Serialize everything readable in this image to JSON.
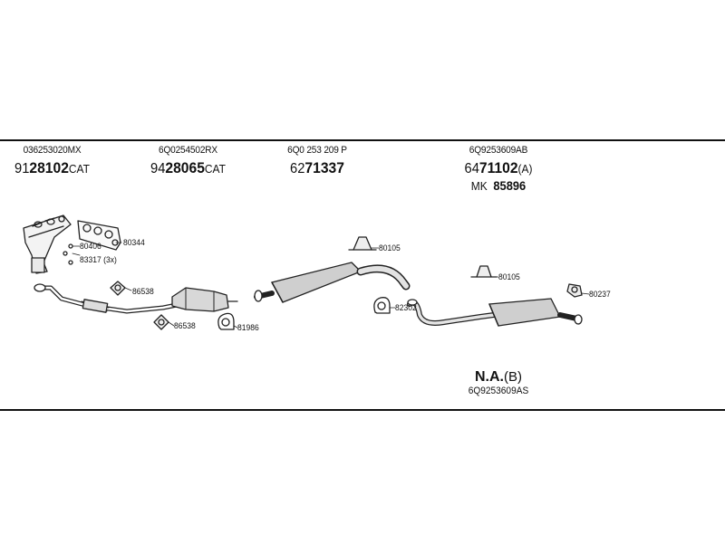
{
  "columns": [
    {
      "part_no": "036253020MX",
      "ref_prefix": "91",
      "ref_main": "28102",
      "ref_suffix": "CAT"
    },
    {
      "part_no": "6Q0254502RX",
      "ref_prefix": "94",
      "ref_main": "28065",
      "ref_suffix": "CAT"
    },
    {
      "part_no": "6Q0 253 209 P",
      "ref_prefix": "62",
      "ref_main": "71337",
      "ref_suffix": ""
    },
    {
      "part_no": "6Q9253609AB",
      "ref_prefix": "64",
      "ref_main": "71102",
      "ref_suffix": "(A)",
      "mk_prefix": "MK",
      "mk_value": "85896"
    }
  ],
  "part_labels": {
    "p80406": "80406",
    "p80344": "80344",
    "p83317": "83317 (3x)",
    "p86538a": "86538",
    "p86538b": "86538",
    "p81986": "81986",
    "p80105a": "80105",
    "p82302": "82302",
    "p80105b": "80105",
    "p80237": "80237"
  },
  "not_available": {
    "label": "N.A.",
    "suffix": "(B)",
    "part_no": "6Q9253609AS"
  }
}
